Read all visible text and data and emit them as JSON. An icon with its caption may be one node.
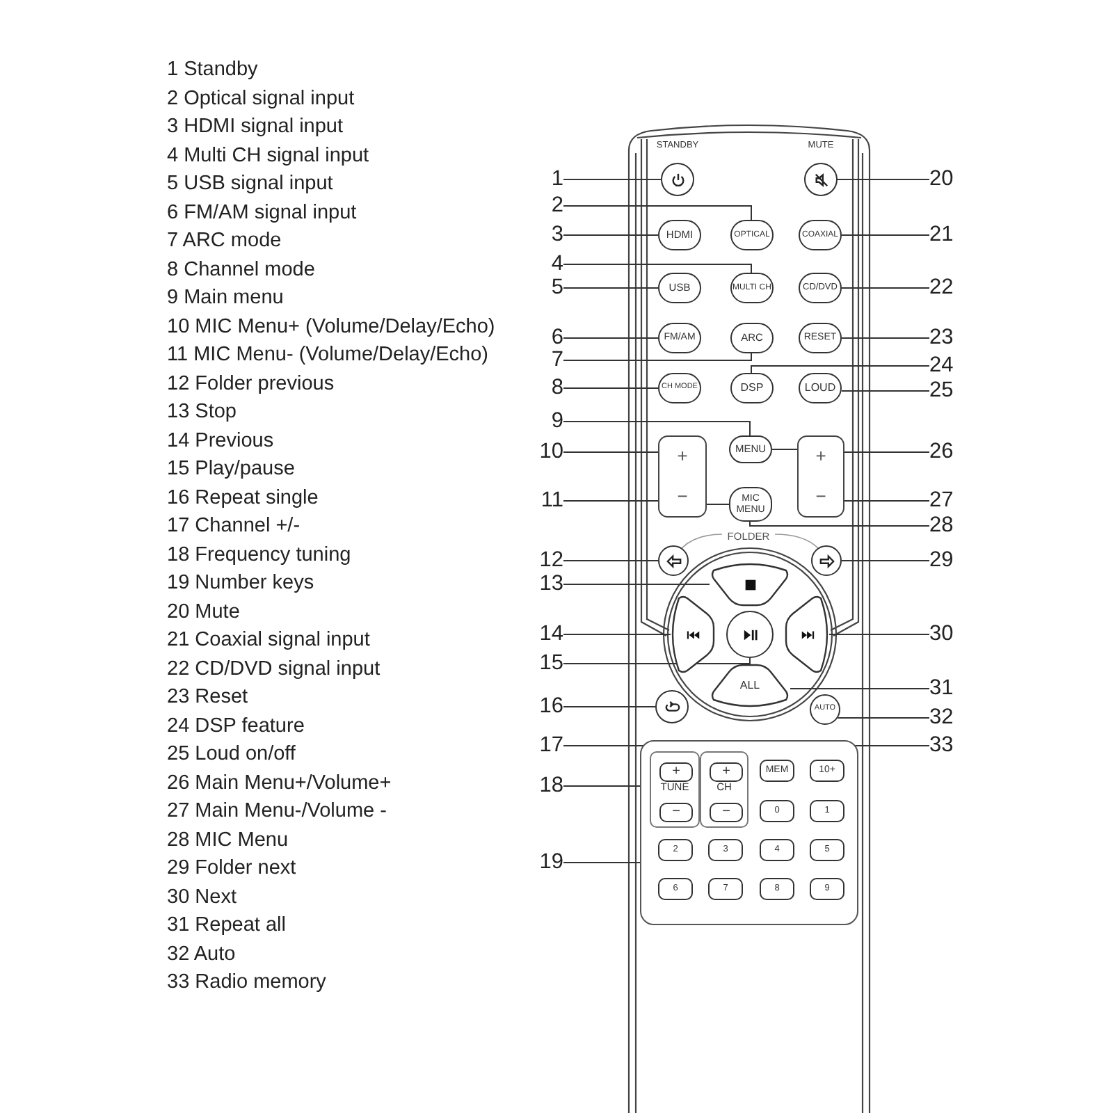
{
  "diagram": {
    "nodes": [
      {
        "text": [
          "1"
        ]
      },
      {
        "text": [
          "2"
        ]
      },
      {
        "text": [
          "3"
        ]
      },
      {
        "text": [
          "4"
        ]
      },
      {
        "text": [
          "5"
        ]
      },
      {
        "text": [
          "6"
        ]
      },
      {
        "text": [
          "7"
        ]
      },
      {
        "text": [
          "8"
        ]
      },
      {
        "text": [
          "9"
        ]
      },
      {
        "text": [
          "10"
        ]
      },
      {
        "text": [
          "11"
        ]
      },
      {
        "text": [
          "12"
        ]
      },
      {
        "text": [
          "13"
        ]
      },
      {
        "text": [
          "14"
        ]
      },
      {
        "text": [
          "15"
        ]
      },
      {
        "text": [
          "16"
        ]
      },
      {
        "text": [
          "17"
        ]
      },
      {
        "text": [
          "18"
        ]
      },
      {
        "text": [
          "19"
        ]
      },
      {
        "text": [
          "20"
        ]
      },
      {
        "text": [
          "21"
        ]
      },
      {
        "text": [
          "22"
        ]
      },
      {
        "text": [
          "23"
        ]
      },
      {
        "text": [
          "24"
        ]
      },
      {
        "text": [
          "25"
        ]
      },
      {
        "text": [
          "26"
        ]
      },
      {
        "text": [
          "27"
        ]
      },
      {
        "text": [
          "28"
        ]
      },
      {
        "text": [
          "29"
        ]
      },
      {
        "text": [
          "30"
        ]
      },
      {
        "text": [
          "31"
        ]
      },
      {
        "text": [
          "32"
        ]
      },
      {
        "text": [
          "33"
        ]
      },
      {
        "text": [],
        "shape": "circle",
        "beside": [
          "STANDBY"
        ]
      },
      {
        "text": [],
        "shape": "circle",
        "beside": [
          "MUTE"
        ]
      },
      {
        "text": [
          "HDMI"
        ]
      },
      {
        "text": [
          "OPTICAL"
        ]
      },
      {
        "text": [
          "COAXIAL"
        ]
      },
      {
        "text": [
          "USB"
        ]
      },
      {
        "text": [
          "MULTI CH"
        ]
      },
      {
        "text": [
          "CD/DVD"
        ]
      },
      {
        "text": [
          "FM/AM"
        ]
      },
      {
        "text": [
          "ARC"
        ]
      },
      {
        "text": [
          "RESET"
        ]
      },
      {
        "text": [
          "CH MODE"
        ]
      },
      {
        "text": [
          "DSP"
        ]
      },
      {
        "text": [
          "LOUD"
        ]
      },
      {
        "text": [
          "+",
          "−"
        ]
      },
      {
        "text": [
          "MENU"
        ]
      },
      {
        "text": [
          "+",
          "−"
        ]
      },
      {
        "text": [
          "MIC MENU"
        ]
      },
      {
        "text": [],
        "shape": "circle"
      },
      {
        "text": [],
        "shape": "circle"
      },
      {
        "text": [],
        "shape": "box"
      },
      {
        "text": [],
        "shape": "box"
      },
      {
        "text": [],
        "shape": "circle"
      },
      {
        "text": [],
        "shape": "box"
      },
      {
        "text": [
          "ALL"
        ]
      },
      {
        "text": [],
        "shape": "circle"
      },
      {
        "text": [
          "AUTO"
        ]
      },
      {
        "text": [],
        "shape": "box"
      },
      {
        "text": [
          "TUNE"
        ],
        "in": 60
      },
      {
        "text": [
          "+"
        ],
        "in": 61
      },
      {
        "text": [
          "−"
        ],
        "in": 61
      },
      {
        "text": [
          "CH"
        ],
        "in": 60
      },
      {
        "text": [
          "+"
        ],
        "in": 64
      },
      {
        "text": [
          "−"
        ],
        "in": 64
      },
      {
        "text": [
          "MEM"
        ],
        "in": 60
      },
      {
        "text": [
          "10+"
        ],
        "in": 60
      },
      {
        "text": [
          "0"
        ],
        "in": 60
      },
      {
        "text": [
          "1"
        ],
        "in": 60
      },
      {
        "text": [
          "2"
        ],
        "in": 60
      },
      {
        "text": [
          "3"
        ],
        "in": 60
      },
      {
        "text": [
          "4"
        ],
        "in": 60
      },
      {
        "text": [
          "5"
        ],
        "in": 60
      },
      {
        "text": [
          "6"
        ],
        "in": 60
      },
      {
        "text": [
          "7"
        ],
        "in": 60
      },
      {
        "text": [
          "8"
        ],
        "in": 60
      },
      {
        "text": [
          "9"
        ],
        "in": 60
      }
    ],
    "edges": [
      {
        "from": 0,
        "to": 33,
        "arrow": "none"
      },
      {
        "from": 1,
        "to": 36,
        "arrow": "none"
      },
      {
        "from": 2,
        "to": 35,
        "arrow": "none"
      },
      {
        "from": 3,
        "to": 39,
        "arrow": "none"
      },
      {
        "from": 4,
        "to": 38,
        "arrow": "none"
      },
      {
        "from": 5,
        "to": 41,
        "arrow": "none"
      },
      {
        "from": 6,
        "to": 42,
        "arrow": "none"
      },
      {
        "from": 7,
        "to": 44,
        "arrow": "none"
      },
      {
        "from": 8,
        "to": 48,
        "arrow": "none"
      },
      {
        "from": 9,
        "to": 47,
        "arrow": "none"
      },
      {
        "from": 10,
        "to": 47,
        "arrow": "none"
      },
      {
        "from": 11,
        "to": 51,
        "arrow": "none"
      },
      {
        "from": 12,
        "to": 53,
        "arrow": "none"
      },
      {
        "from": 13,
        "to": 54,
        "arrow": "none"
      },
      {
        "from": 14,
        "to": 55,
        "arrow": "none"
      },
      {
        "from": 15,
        "to": 58,
        "arrow": "none"
      },
      {
        "from": 16,
        "to": 65,
        "arrow": "none"
      },
      {
        "from": 17,
        "to": 61,
        "arrow": "none"
      },
      {
        "from": 18,
        "to": 60,
        "arrow": "none"
      },
      {
        "from": 19,
        "to": 34,
        "arrow": "none"
      },
      {
        "from": 20,
        "to": 37,
        "arrow": "none"
      },
      {
        "from": 21,
        "to": 40,
        "arrow": "none"
      },
      {
        "from": 22,
        "to": 43,
        "arrow": "none"
      },
      {
        "from": 23,
        "to": 45,
        "arrow": "none"
      },
      {
        "from": 24,
        "to": 46,
        "arrow": "none"
      },
      {
        "from": 25,
        "to": 49,
        "arrow": "none"
      },
      {
        "from": 26,
        "to": 49,
        "arrow": "none"
      },
      {
        "from": 27,
        "to": 50,
        "arrow": "none"
      },
      {
        "from": 28,
        "to": 52,
        "arrow": "none"
      },
      {
        "from": 29,
        "to": 56,
        "arrow": "none"
      },
      {
        "from": 30,
        "to": 57,
        "arrow": "none"
      },
      {
        "from": 31,
        "to": 59,
        "arrow": "none"
      },
      {
        "from": 32,
        "to": 67,
        "arrow": "none"
      },
      {
        "from": 48,
        "to": 49,
        "arrow": "none"
      },
      {
        "from": 50,
        "to": 47,
        "arrow": "none"
      }
    ],
    "labels": [
      "1 Standby",
      "2 Optical signal input",
      "3 HDMI signal input",
      "4 Multi CH signal input",
      "5 USB signal input",
      "6 FM/AM signal input",
      "7 ARC mode",
      "8 Channel mode",
      "9 Main menu",
      "10 MIC Menu+ (Volume/Delay/Echo)",
      "11 MIC Menu- (Volume/Delay/Echo)",
      "12 Folder previous",
      "13 Stop",
      "14 Previous",
      "15 Play/pause",
      "16 Repeat single",
      "17 Channel +/-",
      "18 Frequency tuning",
      "19 Number keys",
      "20 Mute",
      "21 Coaxial signal input",
      "22 CD/DVD signal input",
      "23 Reset",
      "24 DSP feature",
      "25 Loud on/off",
      "26 Main Menu+/Volume+",
      "27 Main Menu-/Volume -",
      "28 MIC Menu",
      "29 Folder next",
      "30 Next",
      "31 Repeat all",
      "32 Auto",
      "33 Radio memory",
      "FOLDER"
    ]
  }
}
